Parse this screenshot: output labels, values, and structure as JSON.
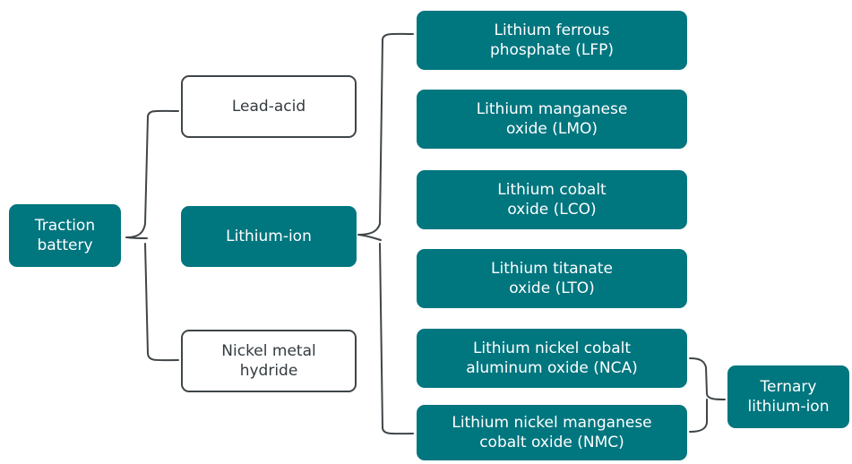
{
  "diagram": {
    "root": {
      "label": "Traction\nbattery"
    },
    "categories": [
      {
        "id": "lead-acid",
        "label": "Lead-acid",
        "style": "outlined"
      },
      {
        "id": "lithium-ion",
        "label": "Lithium-ion",
        "style": "filled"
      },
      {
        "id": "nimh",
        "label": "Nickel metal\nhydride",
        "style": "outlined"
      }
    ],
    "lithium_types": [
      {
        "id": "lfp",
        "label": "Lithium ferrous\nphosphate (LFP)"
      },
      {
        "id": "lmo",
        "label": "Lithium manganese\noxide (LMO)"
      },
      {
        "id": "lco",
        "label": "Lithium cobalt\noxide (LCO)"
      },
      {
        "id": "lto",
        "label": "Lithium titanate\noxide (LTO)"
      },
      {
        "id": "nca",
        "label": "Lithium nickel cobalt\naluminum oxide (NCA)"
      },
      {
        "id": "nmc",
        "label": "Lithium nickel manganese\ncobalt oxide (NMC)"
      }
    ],
    "group": {
      "label": "Ternary\nlithium-ion"
    }
  },
  "colors": {
    "fill": "#00767f",
    "outline": "#3f4548",
    "text_dark": "#333b40",
    "text_light": "#ffffff"
  }
}
